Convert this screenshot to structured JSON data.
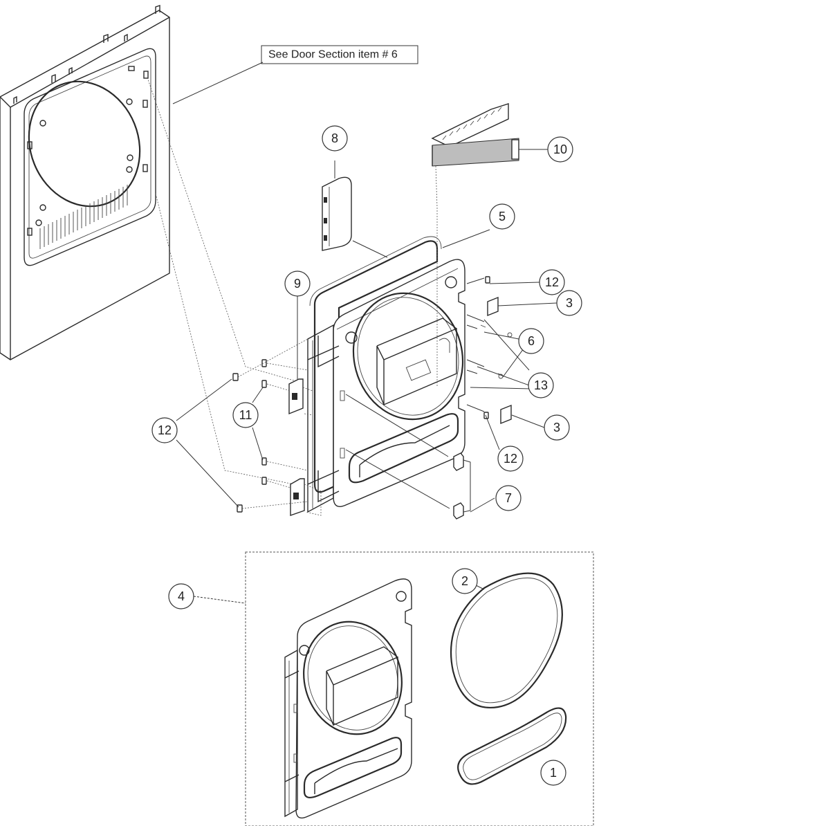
{
  "callout_note": "See Door Section item # 6",
  "balloons": {
    "b1": "1",
    "b2": "2",
    "b3a": "3",
    "b3b": "3",
    "b4": "4",
    "b5": "5",
    "b6": "6",
    "b7": "7",
    "b8": "8",
    "b9": "9",
    "b10": "10",
    "b11": "11",
    "b12a": "12",
    "b12b": "12",
    "b12c": "12",
    "b13": "13"
  },
  "colors": {
    "line": "#2a2a2a",
    "background": "#ffffff"
  }
}
